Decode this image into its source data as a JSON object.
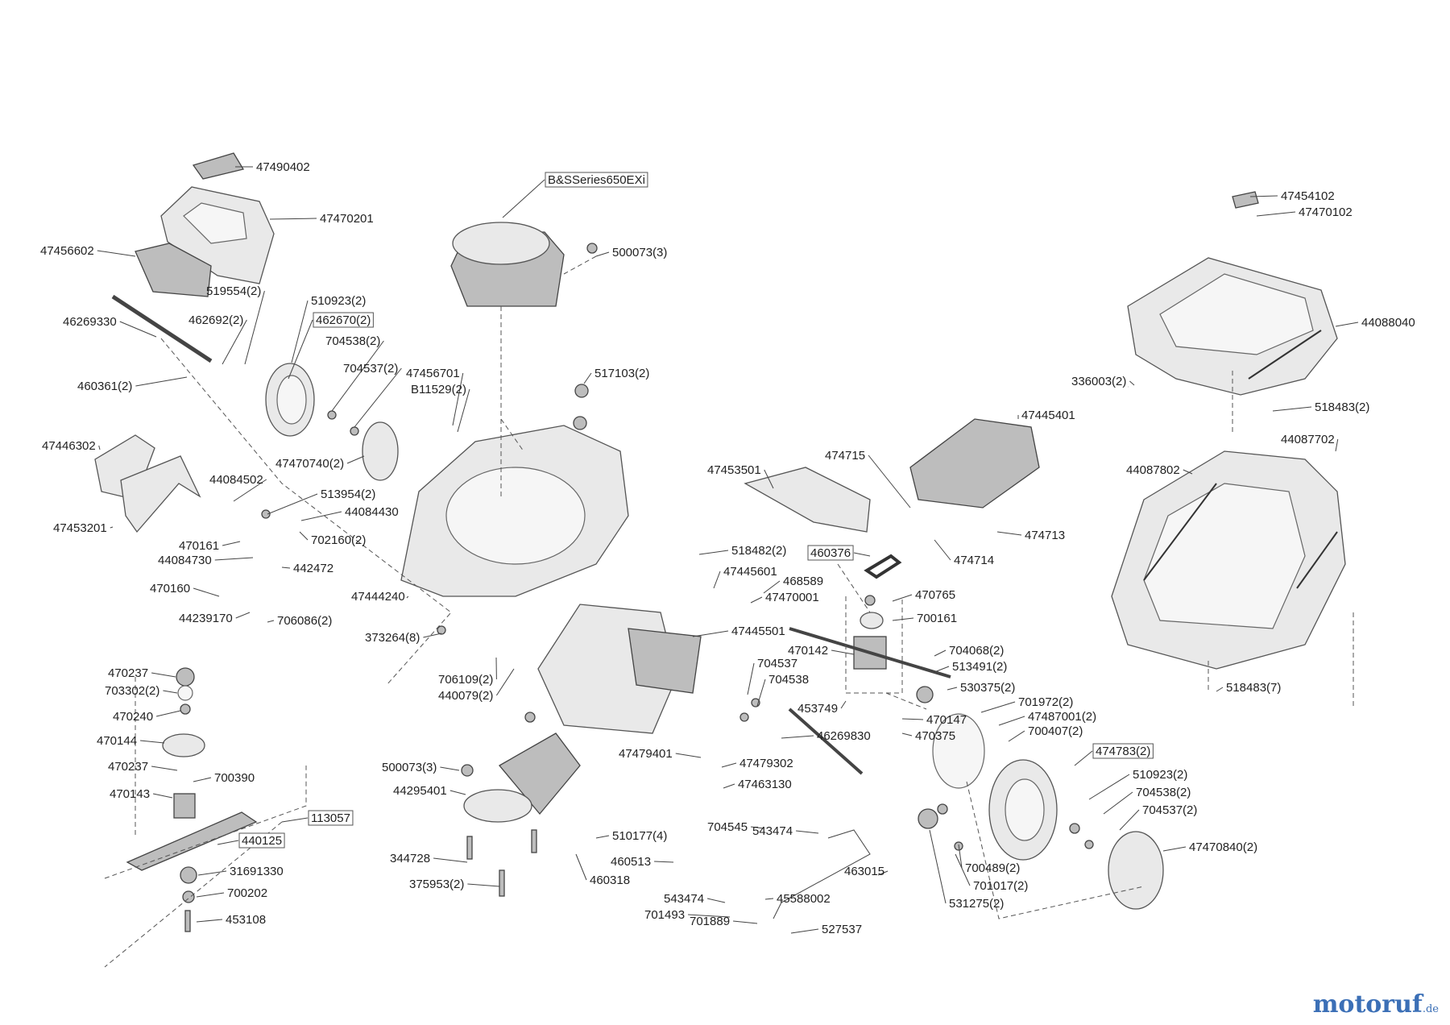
{
  "parts": [
    {
      "id": "47490402",
      "label": "47490402"
    },
    {
      "id": "47470201",
      "label": "47470201"
    },
    {
      "id": "47456602",
      "label": "47456602"
    },
    {
      "id": "519554(2)",
      "label": "519554(2)"
    },
    {
      "id": "510923(2)a",
      "label": "510923(2)"
    },
    {
      "id": "462692(2)",
      "label": "462692(2)"
    },
    {
      "id": "462670(2)",
      "label": "462670(2)"
    },
    {
      "id": "46269330",
      "label": "46269330"
    },
    {
      "id": "704538(2)a",
      "label": "704538(2)"
    },
    {
      "id": "704537(2)a",
      "label": "704537(2)"
    },
    {
      "id": "460361(2)",
      "label": "460361(2)"
    },
    {
      "id": "47470740(2)",
      "label": "47470740(2)"
    },
    {
      "id": "47446302",
      "label": "47446302"
    },
    {
      "id": "47453201",
      "label": "47453201"
    },
    {
      "id": "44084502",
      "label": "44084502"
    },
    {
      "id": "513954(2)",
      "label": "513954(2)"
    },
    {
      "id": "44084430",
      "label": "44084430"
    },
    {
      "id": "470161",
      "label": "470161"
    },
    {
      "id": "702160(2)",
      "label": "702160(2)"
    },
    {
      "id": "44084730",
      "label": "44084730"
    },
    {
      "id": "442472",
      "label": "442472"
    },
    {
      "id": "470160",
      "label": "470160"
    },
    {
      "id": "44239170",
      "label": "44239170"
    },
    {
      "id": "706086(2)",
      "label": "706086(2)"
    },
    {
      "id": "B&SSeries650EXi",
      "label": "B&SSeries650EXi"
    },
    {
      "id": "500073(3)",
      "label": "500073(3)"
    },
    {
      "id": "517103(2)",
      "label": "517103(2)"
    },
    {
      "id": "47456701",
      "label": "47456701"
    },
    {
      "id": "B11529(2)",
      "label": "B11529(2)"
    },
    {
      "id": "47444240",
      "label": "47444240"
    },
    {
      "id": "373264(8)",
      "label": "373264(8)"
    },
    {
      "id": "470237a",
      "label": "470237"
    },
    {
      "id": "703302(2)",
      "label": "703302(2)"
    },
    {
      "id": "470240",
      "label": "470240"
    },
    {
      "id": "470144",
      "label": "470144"
    },
    {
      "id": "470237b",
      "label": "470237"
    },
    {
      "id": "700390",
      "label": "700390"
    },
    {
      "id": "470143",
      "label": "470143"
    },
    {
      "id": "113057",
      "label": "113057"
    },
    {
      "id": "440125",
      "label": "440125"
    },
    {
      "id": "31691330",
      "label": "31691330"
    },
    {
      "id": "700202",
      "label": "700202"
    },
    {
      "id": "453108",
      "label": "453108"
    },
    {
      "id": "706109(2)",
      "label": "706109(2)"
    },
    {
      "id": "440079(2)",
      "label": "440079(2)"
    },
    {
      "id": "500073(3)b",
      "label": "500073(3)"
    },
    {
      "id": "44295401",
      "label": "44295401"
    },
    {
      "id": "344728",
      "label": "344728"
    },
    {
      "id": "375953(2)",
      "label": "375953(2)"
    },
    {
      "id": "460318",
      "label": "460318"
    },
    {
      "id": "510177(4)",
      "label": "510177(4)"
    },
    {
      "id": "460513",
      "label": "460513"
    },
    {
      "id": "47479401",
      "label": "47479401"
    },
    {
      "id": "47479302",
      "label": "47479302"
    },
    {
      "id": "47463130",
      "label": "47463130"
    },
    {
      "id": "704545",
      "label": "704545"
    },
    {
      "id": "518482(2)",
      "label": "518482(2)"
    },
    {
      "id": "47445601",
      "label": "47445601"
    },
    {
      "id": "468589",
      "label": "468589"
    },
    {
      "id": "47470001",
      "label": "47470001"
    },
    {
      "id": "47445501",
      "label": "47445501"
    },
    {
      "id": "704537",
      "label": "704537"
    },
    {
      "id": "704538",
      "label": "704538"
    },
    {
      "id": "453749",
      "label": "453749"
    },
    {
      "id": "46269830",
      "label": "46269830"
    },
    {
      "id": "543474a",
      "label": "543474"
    },
    {
      "id": "543474b",
      "label": "543474"
    },
    {
      "id": "701493",
      "label": "701493"
    },
    {
      "id": "701889",
      "label": "701889"
    },
    {
      "id": "45588002",
      "label": "45588002"
    },
    {
      "id": "527537",
      "label": "527537"
    },
    {
      "id": "463015",
      "label": "463015"
    },
    {
      "id": "47453501",
      "label": "47453501"
    },
    {
      "id": "474715",
      "label": "474715"
    },
    {
      "id": "47445401",
      "label": "47445401"
    },
    {
      "id": "460376",
      "label": "460376"
    },
    {
      "id": "474713",
      "label": "474713"
    },
    {
      "id": "474714",
      "label": "474714"
    },
    {
      "id": "470765",
      "label": "470765"
    },
    {
      "id": "700161",
      "label": "700161"
    },
    {
      "id": "470142",
      "label": "470142"
    },
    {
      "id": "704068(2)",
      "label": "704068(2)"
    },
    {
      "id": "513491(2)",
      "label": "513491(2)"
    },
    {
      "id": "530375(2)",
      "label": "530375(2)"
    },
    {
      "id": "470147",
      "label": "470147"
    },
    {
      "id": "470375",
      "label": "470375"
    },
    {
      "id": "701972(2)",
      "label": "701972(2)"
    },
    {
      "id": "47487001(2)",
      "label": "47487001(2)"
    },
    {
      "id": "700407(2)",
      "label": "700407(2)"
    },
    {
      "id": "474783(2)",
      "label": "474783(2)"
    },
    {
      "id": "510923(2)b",
      "label": "510923(2)"
    },
    {
      "id": "704538(2)b",
      "label": "704538(2)"
    },
    {
      "id": "704537(2)b",
      "label": "704537(2)"
    },
    {
      "id": "47470840(2)",
      "label": "47470840(2)"
    },
    {
      "id": "700489(2)",
      "label": "700489(2)"
    },
    {
      "id": "701017(2)",
      "label": "701017(2)"
    },
    {
      "id": "531275(2)",
      "label": "531275(2)"
    },
    {
      "id": "47454102",
      "label": "47454102"
    },
    {
      "id": "47470102",
      "label": "47470102"
    },
    {
      "id": "44088040",
      "label": "44088040"
    },
    {
      "id": "336003(2)",
      "label": "336003(2)"
    },
    {
      "id": "518483(2)",
      "label": "518483(2)"
    },
    {
      "id": "44087702",
      "label": "44087702"
    },
    {
      "id": "44087802",
      "label": "44087802"
    },
    {
      "id": "518483(7)",
      "label": "518483(7)"
    }
  ],
  "watermark": {
    "name": "motoruf",
    "tld": ".de"
  },
  "colors": {
    "linework": "#555555",
    "watermark": "#3b6fb6"
  }
}
